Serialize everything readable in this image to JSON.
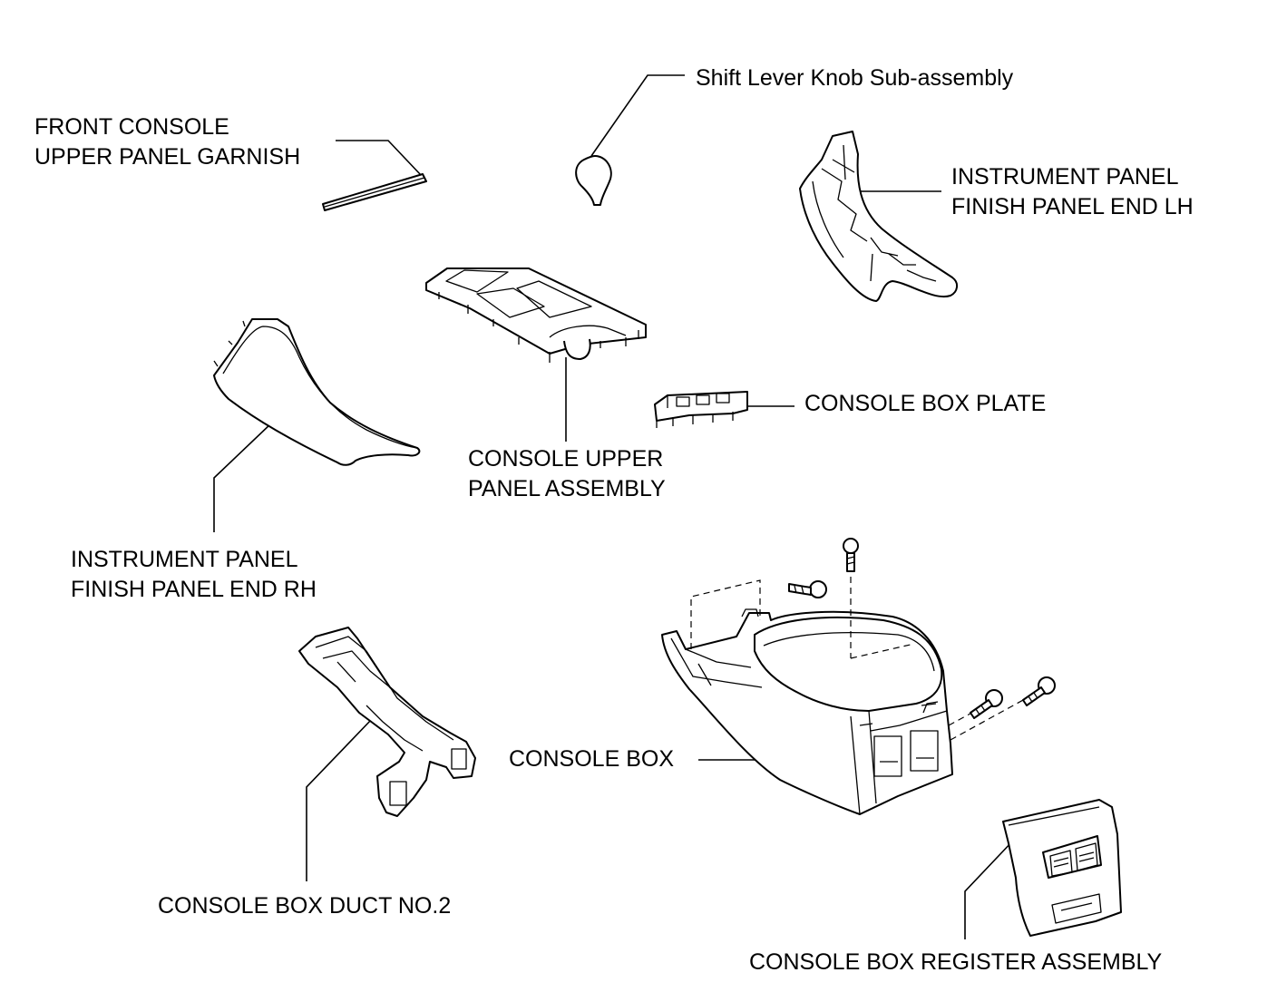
{
  "labels": {
    "shift_knob": "Shift Lever Knob Sub-assembly",
    "front_garnish": [
      "FRONT CONSOLE",
      "UPPER PANEL GARNISH"
    ],
    "ip_end_lh": [
      "INSTRUMENT PANEL",
      "FINISH PANEL END LH"
    ],
    "console_box_plate": "CONSOLE BOX PLATE",
    "upper_panel_assy": [
      "CONSOLE UPPER",
      "PANEL ASSEMBLY"
    ],
    "ip_end_rh": [
      "INSTRUMENT PANEL",
      "FINISH PANEL END RH"
    ],
    "console_box": "CONSOLE BOX",
    "duct_no2": "CONSOLE BOX DUCT NO.2",
    "register_assy": "CONSOLE BOX REGISTER ASSEMBLY"
  }
}
